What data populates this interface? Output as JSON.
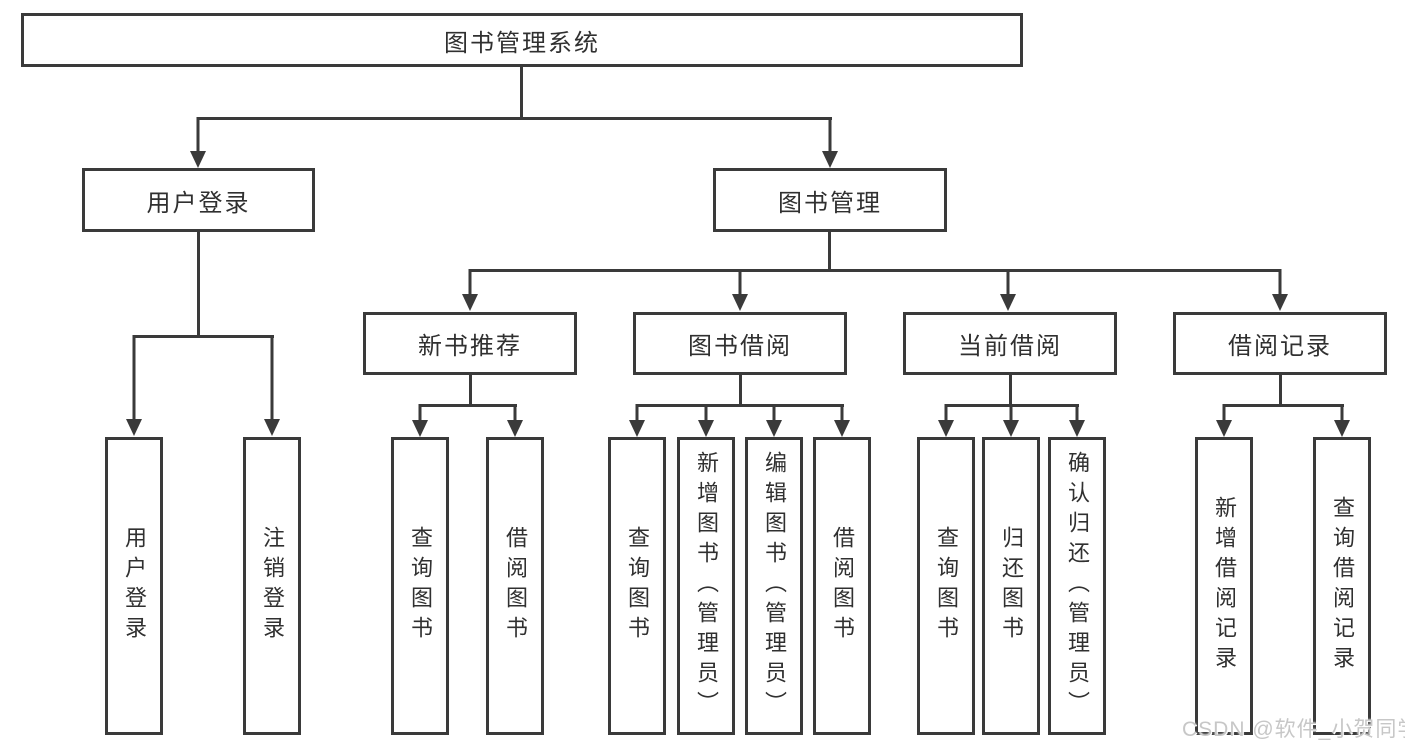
{
  "diagram_title": "图书管理系统",
  "tree": {
    "root": {
      "label": "图书管理系统"
    },
    "branches": [
      {
        "label": "用户登录",
        "leaves": [
          {
            "label": "用户登录"
          },
          {
            "label": "注销登录"
          }
        ]
      },
      {
        "label": "图书管理",
        "groups": [
          {
            "label": "新书推荐",
            "leaves": [
              {
                "label": "查询图书"
              },
              {
                "label": "借阅图书"
              }
            ]
          },
          {
            "label": "图书借阅",
            "leaves": [
              {
                "label": "查询图书"
              },
              {
                "label": "新增图书（管理员）"
              },
              {
                "label": "编辑图书（管理员）"
              },
              {
                "label": "借阅图书"
              }
            ]
          },
          {
            "label": "当前借阅",
            "leaves": [
              {
                "label": "查询图书"
              },
              {
                "label": "归还图书"
              },
              {
                "label": "确认归还（管理员）"
              }
            ]
          },
          {
            "label": "借阅记录",
            "leaves": [
              {
                "label": "新增借阅记录"
              },
              {
                "label": "查询借阅记录"
              }
            ]
          }
        ]
      }
    ]
  },
  "watermark": {
    "text": "CSDN @软件_小贺同学",
    "color": "#c7c7c7"
  },
  "colors": {
    "stroke": "#3a3a3a",
    "text": "#303030",
    "background": "#ffffff"
  }
}
